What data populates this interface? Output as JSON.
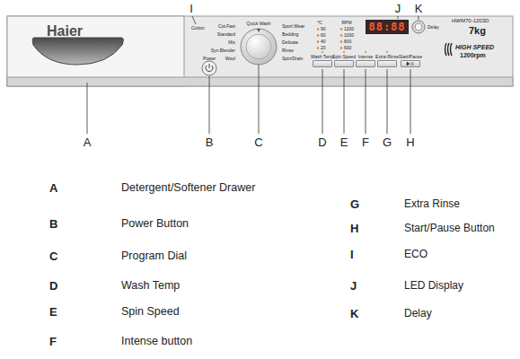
{
  "diagram": {
    "nodes": [
      {
        "text": [
          "88:88"
        ]
      },
      {
        "text": [
          "Wash Temp"
        ]
      },
      {
        "text": [
          "Spin Speed"
        ]
      },
      {
        "text": [
          "Intense"
        ]
      },
      {
        "text": [
          "Extra Rinse"
        ]
      },
      {
        "text": [
          "Start/Pause"
        ]
      }
    ],
    "labels": [
      "Haier",
      "Power",
      "Cotton",
      "Cot.Fast",
      "Standard",
      "Mix",
      "Syn.Blender",
      "Wool",
      "Quick Wash",
      "Sport Wear",
      "Bedding",
      "Delicate",
      "Rinse",
      "Spin/Drain",
      "℃",
      "90",
      "60",
      "40",
      "20",
      "RPM",
      "1200",
      "1000",
      "800",
      "600",
      "Delay",
      "HWM70-1203D",
      "7kg",
      "HIGH SPEED",
      "1200rpm",
      "I",
      "J",
      "K",
      "A",
      "B",
      "C",
      "D",
      "E",
      "F",
      "G",
      "H",
      "A",
      "Detergent/Softener Drawer",
      "B",
      "Power Button",
      "C",
      "Program Dial",
      "D",
      "Wash Temp",
      "E",
      "Spin Speed",
      "F",
      "Intense button",
      "G",
      "Extra Rinse",
      "H",
      "Start/Pause Button",
      "I",
      "ECO",
      "J",
      "LED Display",
      "K",
      "Delay"
    ]
  }
}
